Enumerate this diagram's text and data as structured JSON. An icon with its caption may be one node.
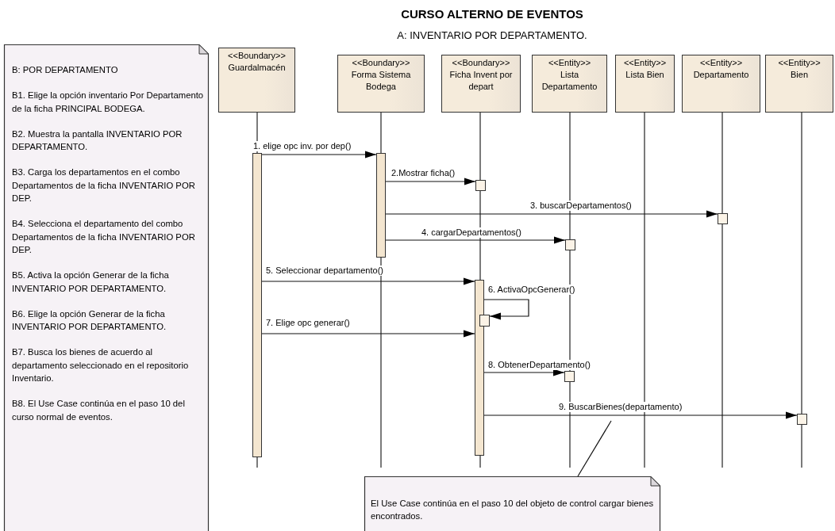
{
  "diagram": {
    "title": "CURSO ALTERNO DE EVENTOS",
    "nodes": [
      {
        "text": [
          "B: POR DEPARTAMENTO",
          "B1. Elige la opción inventario Por Departamento de la ficha PRINCIPAL BODEGA.",
          "B2. Muestra la pantalla INVENTARIO POR DEPARTAMENTO.",
          "B3. Carga los departamentos en el combo Departamentos de la ficha INVENTARIO POR DEP.",
          "B4. Selecciona el departamento del combo Departamentos de la ficha INVENTARIO POR DEP.",
          "B5. Activa la opción Generar de la ficha INVENTARIO POR DEPARTAMENTO.",
          "B6. Elige la opción Generar de la ficha INVENTARIO POR DEPARTAMENTO.",
          "B7. Busca los bienes de acuerdo al departamento seleccionado en el repositorio Inventario.",
          "B8. El Use Case continúa en el paso 10 del curso normal de eventos."
        ]
      },
      {
        "text": [
          "<<Boundary>>",
          "Guardalmacén"
        ]
      },
      {
        "text": [
          "<<Boundary>>",
          "Forma Sistema Bodega"
        ]
      },
      {
        "text": [
          "<<Boundary>>",
          "Ficha Invent por depart"
        ]
      },
      {
        "text": [
          "<<Entity>>",
          "Lista Departamento"
        ]
      },
      {
        "text": [
          "<<Entity>>",
          "Lista Bien"
        ]
      },
      {
        "text": [
          "<<Entity>>",
          "Departamento"
        ]
      },
      {
        "text": [
          "<<Entity>>",
          "Bien"
        ]
      },
      {
        "text": [],
        "shape": "bar"
      },
      {
        "text": [],
        "shape": "bar"
      },
      {
        "text": [],
        "shape": "box"
      },
      {
        "text": [],
        "shape": "box"
      },
      {
        "text": [],
        "shape": "box"
      },
      {
        "text": [],
        "shape": "bar"
      },
      {
        "text": [],
        "shape": "box"
      },
      {
        "text": [],
        "shape": "box"
      },
      {
        "text": [],
        "shape": "box"
      },
      {
        "text": [
          "El Use Case continúa en el paso 10 del objeto de control cargar bienes encontrados."
        ]
      }
    ],
    "edges": [
      {
        "from": 8,
        "to": 9,
        "arrow": "to",
        "label": "1. elige opc inv. por dep()"
      },
      {
        "from": 9,
        "to": 10,
        "arrow": "to",
        "label": "2.Mostrar ficha()"
      },
      {
        "from": 9,
        "to": 11,
        "arrow": "to",
        "label": "3. buscarDepartamentos()"
      },
      {
        "from": 9,
        "to": 12,
        "arrow": "to",
        "label": "4. cargarDepartamentos()"
      },
      {
        "from": 8,
        "to": 13,
        "arrow": "to",
        "label": "5. Seleccionar departamento()"
      },
      {
        "from": 13,
        "to": 14,
        "arrow": "to",
        "label": "6. ActivaOpcGenerar()"
      },
      {
        "from": 8,
        "to": 13,
        "arrow": "to",
        "label": "7. Elige opc generar()"
      },
      {
        "from": 13,
        "to": 15,
        "arrow": "to",
        "label": "8. ObtenerDepartamento()"
      },
      {
        "from": 13,
        "to": 16,
        "arrow": "to",
        "label": "9. BuscarBienes(departamento)"
      },
      {
        "from": 17,
        "to": null,
        "arrow": "none"
      }
    ],
    "labels": [
      "A: INVENTARIO POR DEPARTAMENTO."
    ]
  }
}
